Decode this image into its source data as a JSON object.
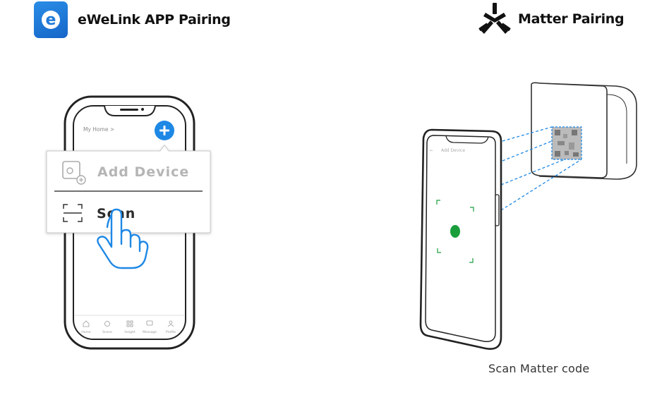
{
  "header_left": {
    "title": "eWeLink APP Pairing",
    "logo_letter": "e",
    "logo_color": "#1e7ad8"
  },
  "header_right": {
    "title": "Matter Pairing"
  },
  "phone_left": {
    "home_label": "My Home >",
    "menu": {
      "add_device": "Add Device",
      "scan": "Scan"
    },
    "bottom_nav": [
      "Home",
      "Scene",
      "Insight",
      "Message",
      "Profile"
    ],
    "accent": "#1e88e5"
  },
  "phone_right": {
    "screen_title": "Add Device",
    "back_glyph": "←",
    "scan_dot_color": "#1a9e3c"
  },
  "caption": "Scan Matter code"
}
